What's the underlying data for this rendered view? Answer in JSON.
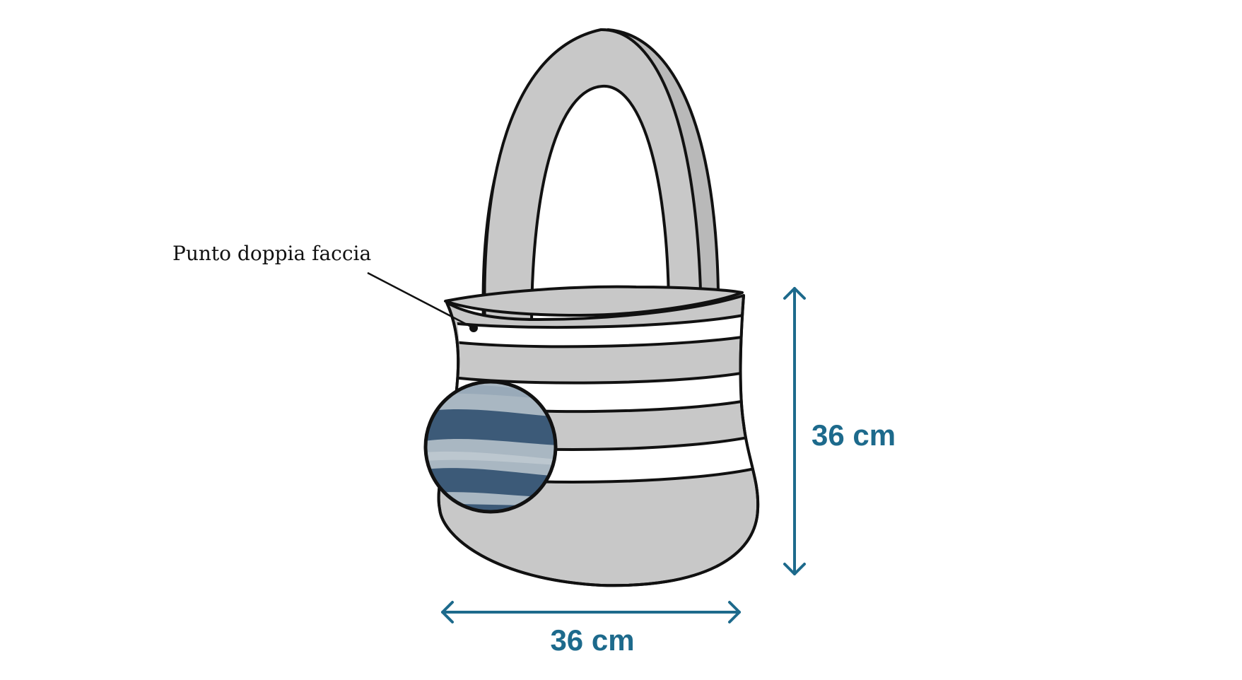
{
  "callout": {
    "label": "Punto doppia faccia"
  },
  "dimensions": {
    "width_label": "36 cm",
    "height_label": "36 cm"
  },
  "colors": {
    "accent": "#1d6a8c",
    "bag_gray": "#c8c8c8",
    "stripe_white": "#ffffff",
    "outline": "#111111",
    "swatch_navy": "#3c5a78",
    "swatch_light": "#a9b7c2"
  },
  "icons": {
    "bag": "tote-bag-illustration",
    "swatch": "fabric-swatch-magnifier",
    "arrow_h": "double-arrow-horizontal",
    "arrow_v": "double-arrow-vertical"
  }
}
